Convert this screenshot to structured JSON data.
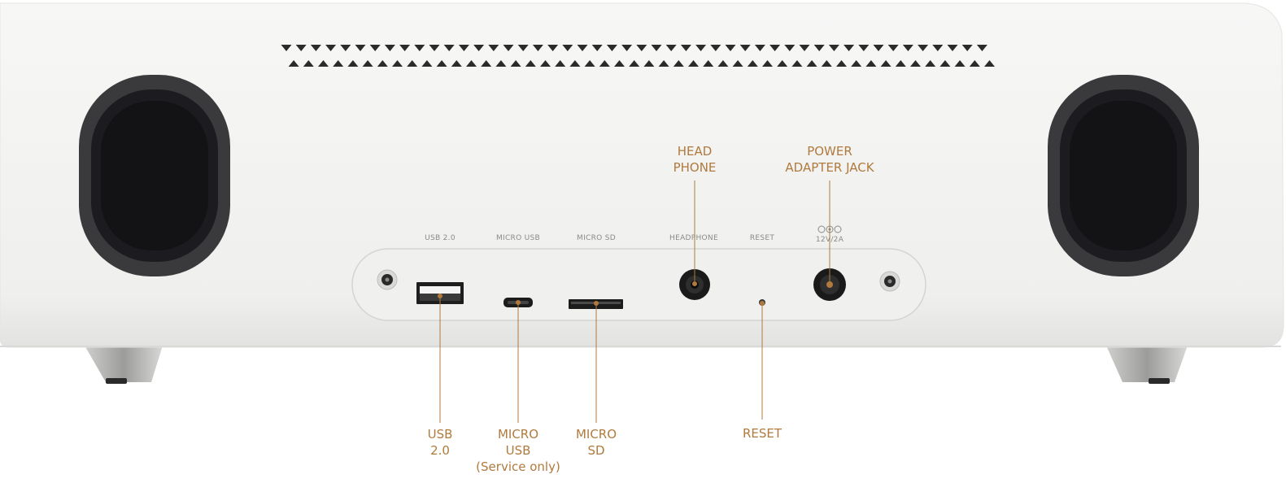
{
  "colors": {
    "accent": "#b07a3e",
    "body": "#f2f2f1",
    "body_shade": "#e6e6e4",
    "port_panel": "#efefee",
    "port_outline": "#d2d2d0",
    "speaker_rim": "#3a3a3d",
    "speaker_inner": "#16161a",
    "silkscreen": "#8a8a8a"
  },
  "panel_labels": {
    "usb": "USB 2.0",
    "micro_usb": "MICRO USB",
    "micro_sd": "MICRO SD",
    "headphone": "HEADPHONE",
    "reset": "RESET",
    "power": "12V/2A"
  },
  "callouts": {
    "headphone": {
      "lines": [
        "HEAD",
        "PHONE"
      ]
    },
    "power": {
      "lines": [
        "POWER",
        "ADAPTER JACK"
      ]
    },
    "usb": {
      "lines": [
        "USB",
        "2.0"
      ]
    },
    "micro_usb": {
      "lines": [
        "MICRO",
        "USB",
        "(Service only)"
      ]
    },
    "micro_sd": {
      "lines": [
        "MICRO",
        "SD"
      ]
    },
    "reset": {
      "lines": [
        "RESET"
      ]
    }
  }
}
